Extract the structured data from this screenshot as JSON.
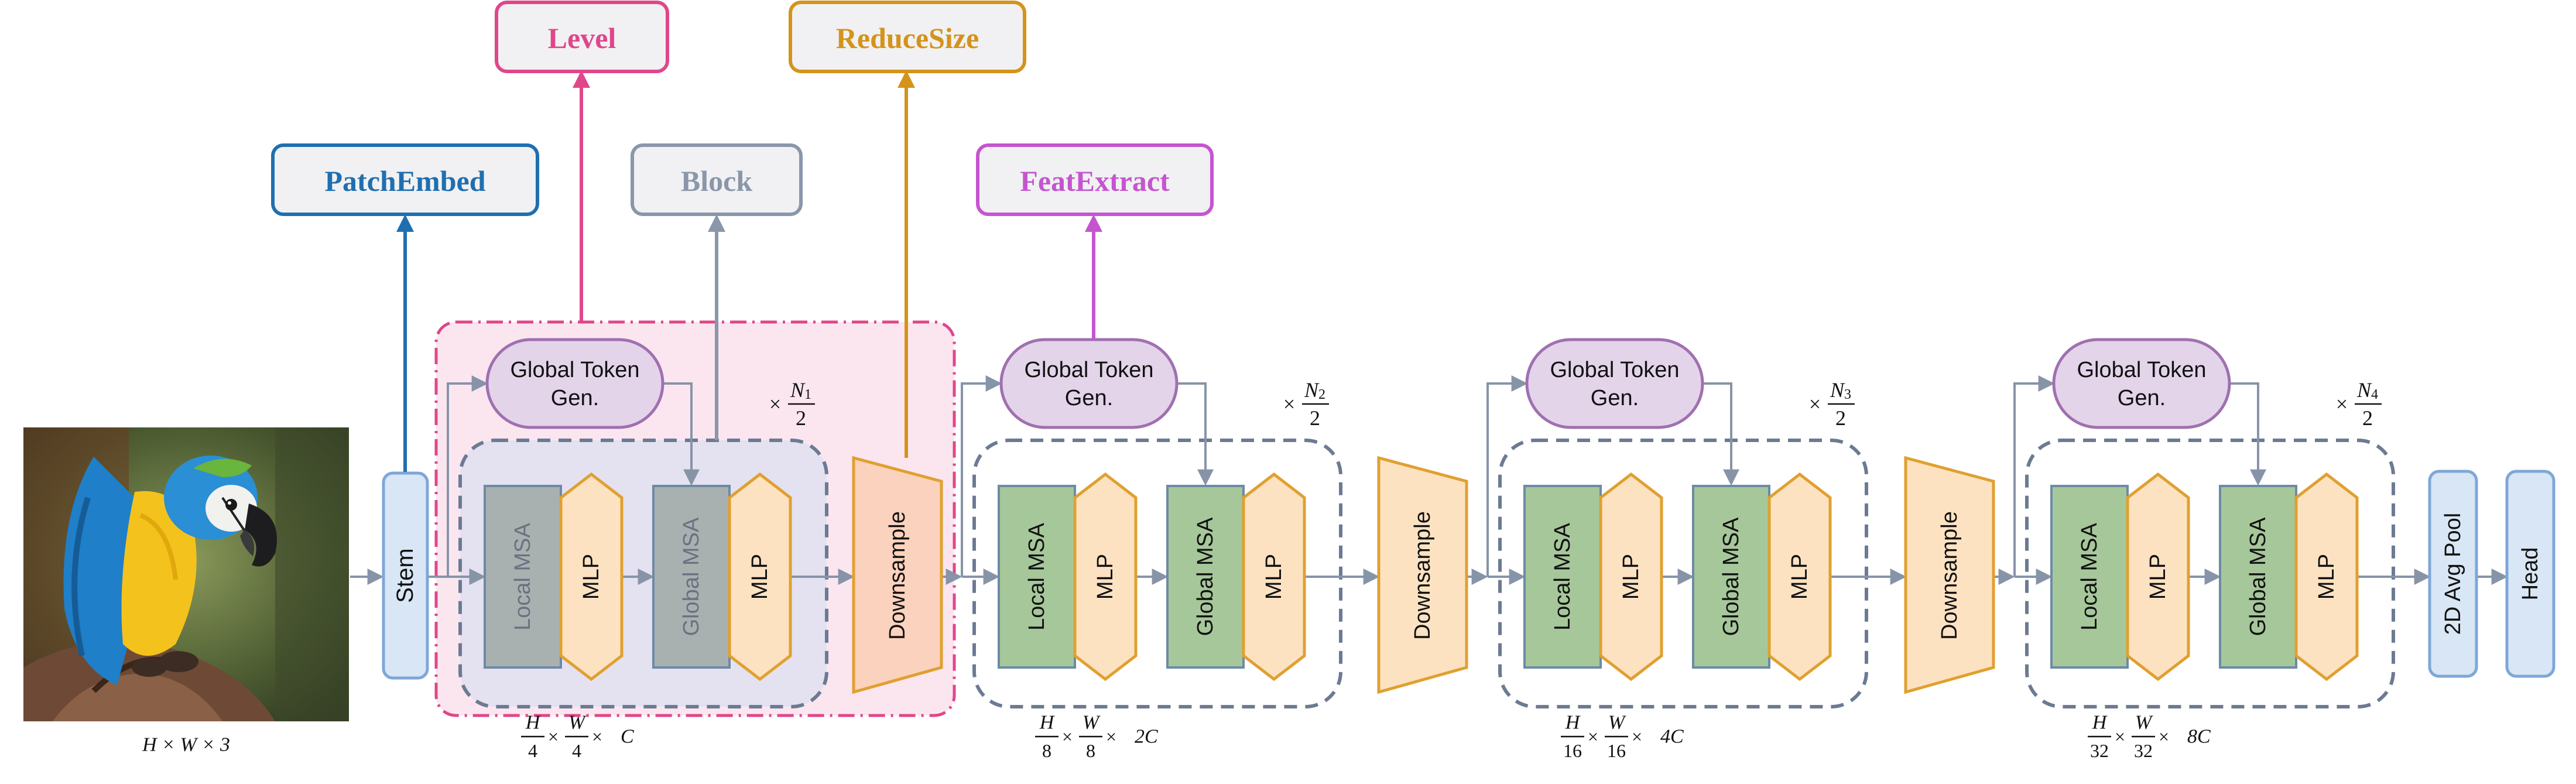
{
  "colors": {
    "patch": "#1f6fb0",
    "level": "#e0468a",
    "block": "#8a97aa",
    "reduce": "#d4931a",
    "feat": "#c455cf",
    "level_fill": "#fbe6ef",
    "stage_border": "#6c7a93",
    "stage_fill": "#e4e1f0",
    "gtg_fill": "#e3d4ea",
    "gtg_stroke": "#a070b0",
    "msa_fill": "#a6c79a",
    "msa_stroke": "#6d8aa5",
    "mlp_fill": "#fde2c2",
    "mlp_stroke": "#e0a030",
    "down_fill": "#fde2c2",
    "down_fill_1": "#fbd2bd",
    "pill_fill": "#d8e6f5",
    "pill_stroke": "#7ea7d6",
    "arrow": "#8794a8"
  },
  "hooks": {
    "patch": "PatchEmbed",
    "level": "Level",
    "block": "Block",
    "reduce": "ReduceSize",
    "feat": "FeatExtract"
  },
  "input_dims": "H × W × 3",
  "stem_label": "Stem",
  "gtg_line1": "Global Token",
  "gtg_line2": "Gen.",
  "local_msa": "Local MSA",
  "global_msa": "Global MSA",
  "mlp": "MLP",
  "downsample": "Downsample",
  "pool_label": "2D Avg Pool",
  "head_label": "Head",
  "stages": [
    {
      "repeat_n": "N",
      "repeat_sub": "1",
      "repeat_den": "2",
      "dim_h_num": "H",
      "dim_h_den": "4",
      "dim_w_num": "W",
      "dim_w_den": "4",
      "dim_c": "C"
    },
    {
      "repeat_n": "N",
      "repeat_sub": "2",
      "repeat_den": "2",
      "dim_h_num": "H",
      "dim_h_den": "8",
      "dim_w_num": "W",
      "dim_w_den": "8",
      "dim_c": "2C"
    },
    {
      "repeat_n": "N",
      "repeat_sub": "3",
      "repeat_den": "2",
      "dim_h_num": "H",
      "dim_h_den": "16",
      "dim_w_num": "W",
      "dim_w_den": "16",
      "dim_c": "4C"
    },
    {
      "repeat_n": "N",
      "repeat_sub": "4",
      "repeat_den": "2",
      "dim_h_num": "H",
      "dim_h_den": "32",
      "dim_w_num": "W",
      "dim_w_den": "32",
      "dim_c": "8C"
    }
  ]
}
